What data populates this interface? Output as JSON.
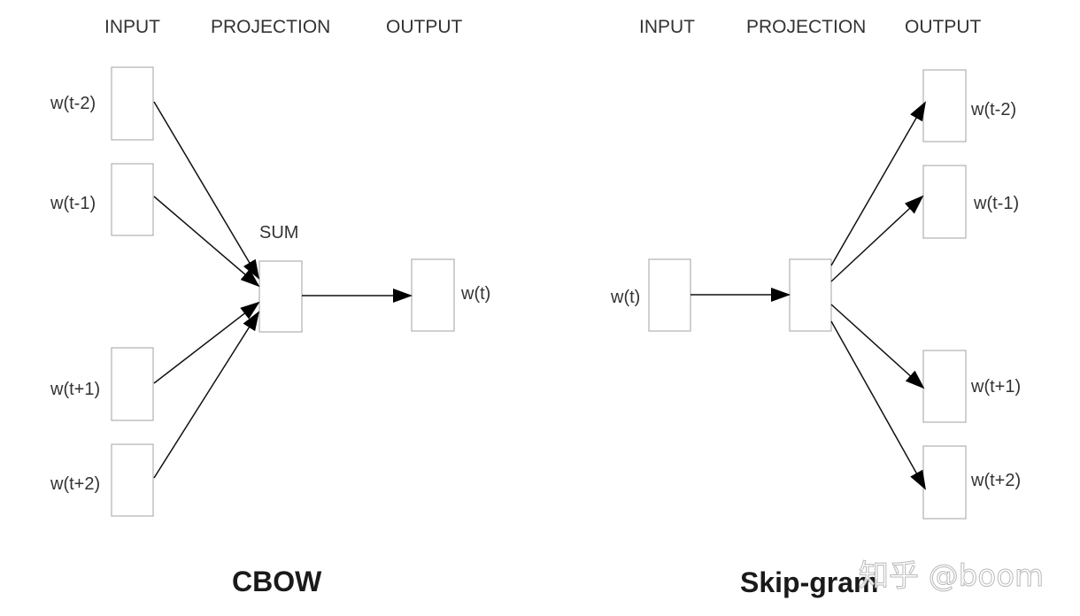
{
  "cbow": {
    "headers": {
      "input": "INPUT",
      "projection": "PROJECTION",
      "output": "OUTPUT"
    },
    "inputs": [
      "w(t-2)",
      "w(t-1)",
      "w(t+1)",
      "w(t+2)"
    ],
    "sum_label": "SUM",
    "output": "w(t)",
    "title": "CBOW"
  },
  "skipgram": {
    "headers": {
      "input": "INPUT",
      "projection": "PROJECTION",
      "output": "OUTPUT"
    },
    "input": "w(t)",
    "outputs": [
      "w(t-2)",
      "w(t-1)",
      "w(t+1)",
      "w(t+2)"
    ],
    "title": "Skip-gram"
  },
  "watermark": "知乎 @boom"
}
